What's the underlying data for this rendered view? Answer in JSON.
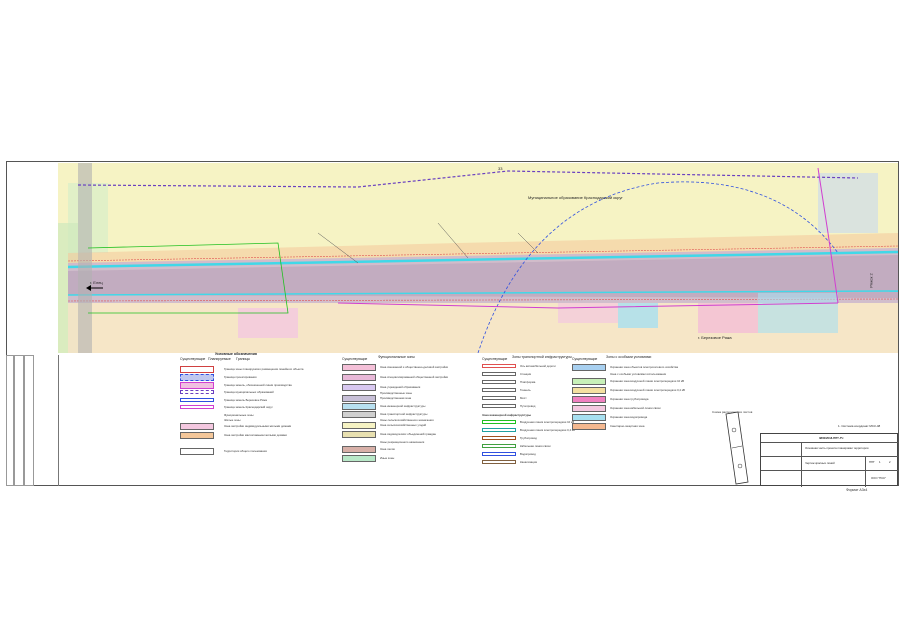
{
  "map": {
    "municipality_label": "Муниципальное образование Краснодарский округ",
    "locality_label": "г. Березовое Ряжа",
    "number_33": "33",
    "left_marker": "г. Елец",
    "right_marker": "Ряжск 2"
  },
  "legend": {
    "col1": {
      "head_a": "Существующие",
      "head_b": "Планируемые",
      "title": "Условные обозначения",
      "subtitle": "Границы",
      "items": [
        "Граница зоны планируемого размещения линейного объекта",
        "Граница проектирования",
        "Граница земель, обозначенной линии производства",
        "Граница муниципальных образований",
        "Граница земель Березовое Ряжа",
        "Граница земель Краснодарский округ",
        "Функциональные зоны",
        "Жилые зоны",
        "Зона застройки индивидуальными жилыми домами",
        "Зона застройки малоэтажными жилыми домами",
        "Территории общего пользования"
      ]
    },
    "col2": {
      "head": "Существующие",
      "title": "Функциональные зоны",
      "items": [
        "Зона смешанной и общественно-деловой застройки",
        "Зона специализированной общественной застройки",
        "Зона учреждений образования",
        "Производственные зоны",
        "Производственная зона",
        "Зона инженерной инфраструктуры",
        "Зона транспортной инфраструктуры",
        "Зоны сельскохозяйственного назначения",
        "Зона сельскохозяйственных угодий",
        "Зона садоводческих объединений граждан",
        "Зоны рекреационного назначения",
        "Зона лесов",
        "Иные зоны"
      ]
    },
    "col3": {
      "head": "Существующие",
      "title": "Зоны транспортной инфраструктуры",
      "items": [
        "Ось автомобильной дороги",
        "Станция",
        "Платформа",
        "Тоннель",
        "Мост",
        "Путепровод",
        "Зона инженерной инфраструктуры",
        "Воздушная линия электропередачи 10 кВ",
        "Воздушная линия электропередачи 0,4 кВ",
        "Трубопровод",
        "Кабельная линия связи",
        "Водопровод",
        "Канализация"
      ]
    },
    "col4": {
      "head": "Существующие",
      "title": "Зоны с особыми условиями",
      "items": [
        "Охранная зона объектов электросетевого хозяйства",
        "Зона с особыми условиями использования",
        "Охранная зона воздушной линии электропередачи 10 кВ",
        "Охранная зона воздушной линии электропередачи 0,4 кВ",
        "Охранная зона трубопровода",
        "Охранная зона кабельной линии связи",
        "Охранная зона водопровода",
        "Санитарно-защитная зона"
      ]
    }
  },
  "position_scheme": {
    "title": "Схема расположения листов"
  },
  "stamp": {
    "code": "3800/2018-ППТ-ГЧ",
    "note": "1. Система координат МСК-48",
    "title_1": "Основная часть проекта планировки территории",
    "title_2": "Чертеж красных линий",
    "stage": "ППТ",
    "sheet": "1",
    "sheets": "2",
    "org": "ООО \"ПСК\""
  },
  "format_label": "Формат А3х4",
  "colors": {
    "field_yellow": "#f6f3c4",
    "road_band": "#c8b4c8",
    "rail_cyan": "#40d8e8",
    "boundary_magenta": "#d040d0",
    "boundary_purple": "#6a40c0",
    "zone_orange": "#f4c79a",
    "zone_pink": "#f4c8e0",
    "zone_green": "#d8f0c0"
  }
}
